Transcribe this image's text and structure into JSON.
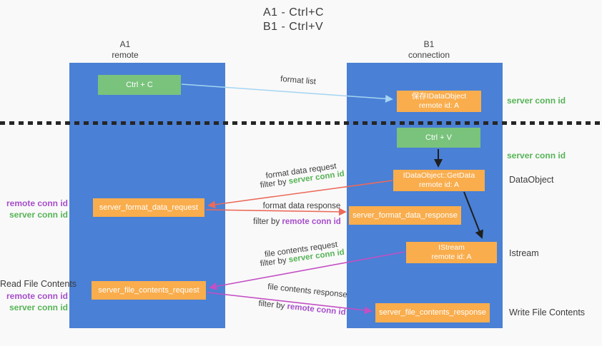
{
  "title": {
    "line1": "A1 - Ctrl+C",
    "line2": "B1 - Ctrl+V"
  },
  "lanes": {
    "left": {
      "name": "A1",
      "role": "remote"
    },
    "right": {
      "name": "B1",
      "role": "connection"
    }
  },
  "nodes": {
    "ctrl_c": {
      "label": "Ctrl + C"
    },
    "save_idataobject": {
      "line1": "保存IDataObject",
      "line2": "remote id: A"
    },
    "ctrl_v": {
      "label": "Ctrl + V"
    },
    "getdata": {
      "line1": "IDataObject::GetData",
      "line2": "remote id: A"
    },
    "format_request": {
      "label": "server_format_data_request"
    },
    "format_response": {
      "label": "server_format_data_response"
    },
    "istream": {
      "line1": "IStream",
      "line2": "remote id: A"
    },
    "file_request": {
      "label": "server_file_contents_request"
    },
    "file_response": {
      "label": "server_file_contents_response"
    }
  },
  "arrow_labels": {
    "format_list": "format list",
    "format_data_request": "format data request",
    "format_data_request_filter_prefix": "filter by ",
    "format_data_request_filter_key": "server conn id",
    "format_data_response": "format data response",
    "format_data_response_filter_prefix": "filter by ",
    "format_data_response_filter_key": "remote conn id",
    "file_contents_request": "file contents request",
    "file_contents_request_filter_prefix": "filter by ",
    "file_contents_request_filter_key": "server conn id",
    "file_contents_response": "file contents response",
    "file_contents_response_filter_prefix": "filter by ",
    "file_contents_response_filter_key": "remote conn id"
  },
  "annotations": {
    "server_conn_id_top_right": "server conn id",
    "server_conn_id_mid_right": "server conn id",
    "dataobject": "DataObject",
    "istream": "Istream",
    "write_file_contents": "Write File Contents",
    "remote_conn_id_left_top": "remote conn id",
    "server_conn_id_left_top": "server conn id",
    "read_file_contents": "Read File Contents",
    "remote_conn_id_left_bottom": "remote conn id",
    "server_conn_id_left_bottom": "server conn id"
  },
  "colors": {
    "lane_blue": "#4a80d5",
    "node_green": "#79c37c",
    "node_orange": "#f9ad4d",
    "arrow_red": "#ec6a5a",
    "arrow_magenta": "#c44fc4",
    "arrow_lightblue": "#a5d5f2",
    "arrow_black": "#1f1f1f",
    "text_green": "#56b456",
    "text_purple": "#a64ecb"
  }
}
